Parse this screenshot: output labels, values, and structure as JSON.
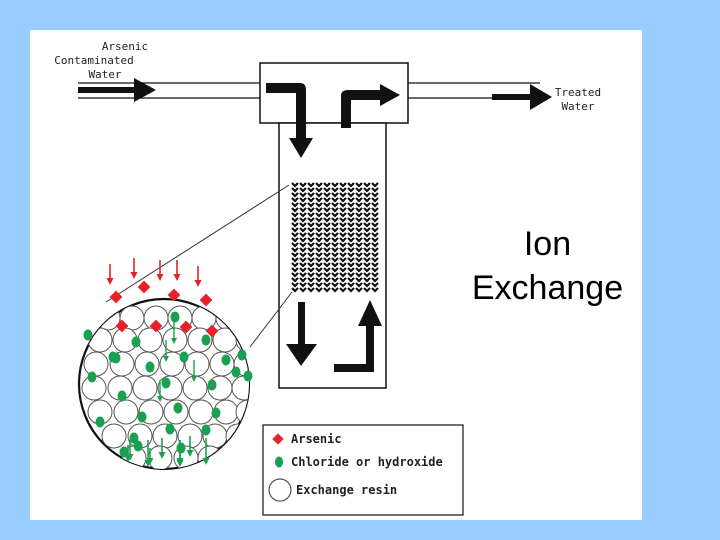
{
  "title_line1": "Ion",
  "title_line2": "Exchange",
  "inlet": {
    "line1": "Arsenic",
    "line2": "Contaminated",
    "line3": "Water"
  },
  "outlet": {
    "line1": "Treated",
    "line2": "Water"
  },
  "legend": [
    {
      "label": "Arsenic",
      "icon": "red-diamond"
    },
    {
      "label": "Chloride or hydroxide",
      "icon": "green-dot"
    },
    {
      "label": "Exchange resin",
      "icon": "white-circle"
    }
  ],
  "colors": {
    "background": "#99ccff",
    "slide": "#ffffff",
    "arsenic": "#e8202a",
    "chloride": "#1aa050",
    "resin_outline": "#555555",
    "ink": "#111111"
  }
}
